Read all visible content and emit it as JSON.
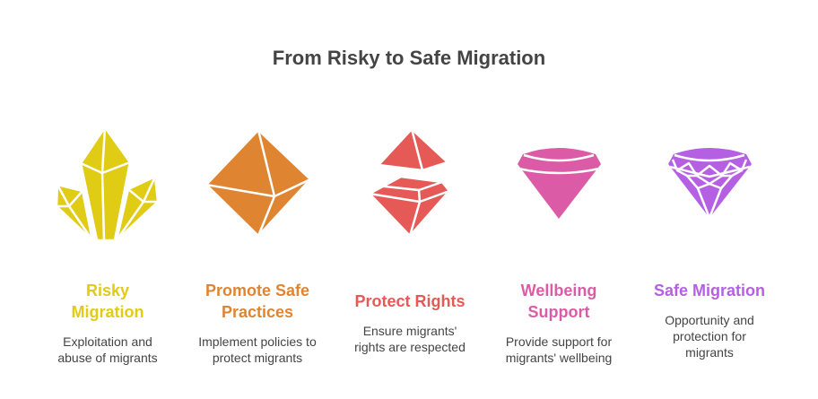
{
  "title": "From Risky to Safe Migration",
  "steps": [
    {
      "label": "Risky Migration",
      "desc": "Exploitation and abuse of migrants",
      "color": "#E0CB15",
      "icon": "crystal-cluster-icon"
    },
    {
      "label": "Promote Safe Practices",
      "desc": "Implement policies to protect migrants",
      "color": "#DF8532",
      "icon": "octahedron-icon"
    },
    {
      "label": "Protect Rights",
      "desc": "Ensure migrants' rights are respected",
      "color": "#E55A57",
      "icon": "split-gem-icon"
    },
    {
      "label": "Wellbeing Support",
      "desc": "Provide support for migrants' wellbeing",
      "color": "#DC5BA6",
      "icon": "round-gem-icon"
    },
    {
      "label": "Safe Migration",
      "desc": "Opportunity and protection for migrants",
      "color": "#B55FE3",
      "icon": "diamond-icon"
    }
  ]
}
